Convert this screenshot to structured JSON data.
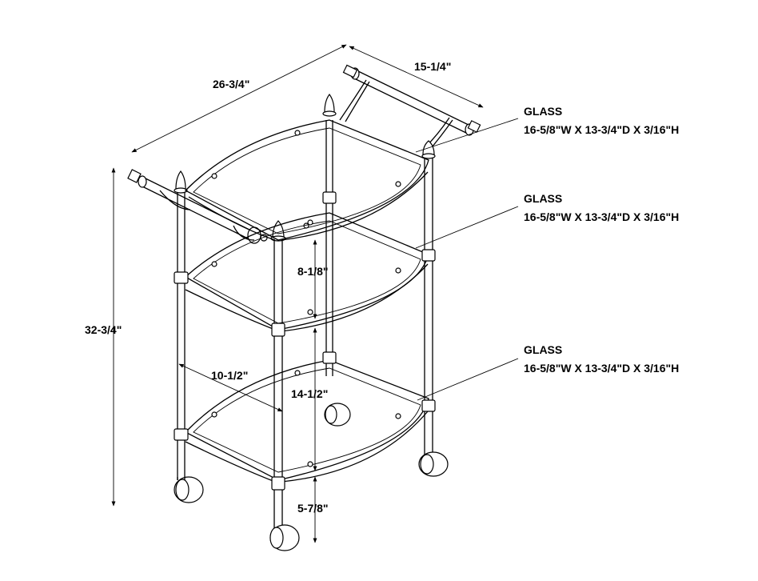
{
  "dimensions": {
    "depth": "26-3/4\"",
    "handle_width": "15-1/4\"",
    "overall_height": "32-3/4\"",
    "upper_clearance": "8-1/8\"",
    "lower_clearance": "14-1/2\"",
    "leg_spacing": "10-1/2\"",
    "ground_clearance": "5-7/8\""
  },
  "callouts": [
    {
      "title": "GLASS",
      "size": "16-5/8\"W X 13-3/4\"D X 3/16\"H"
    },
    {
      "title": "GLASS",
      "size": "16-5/8\"W X 13-3/4\"D X 3/16\"H"
    },
    {
      "title": "GLASS",
      "size": "16-5/8\"W X 13-3/4\"D X 3/16\"H"
    }
  ]
}
